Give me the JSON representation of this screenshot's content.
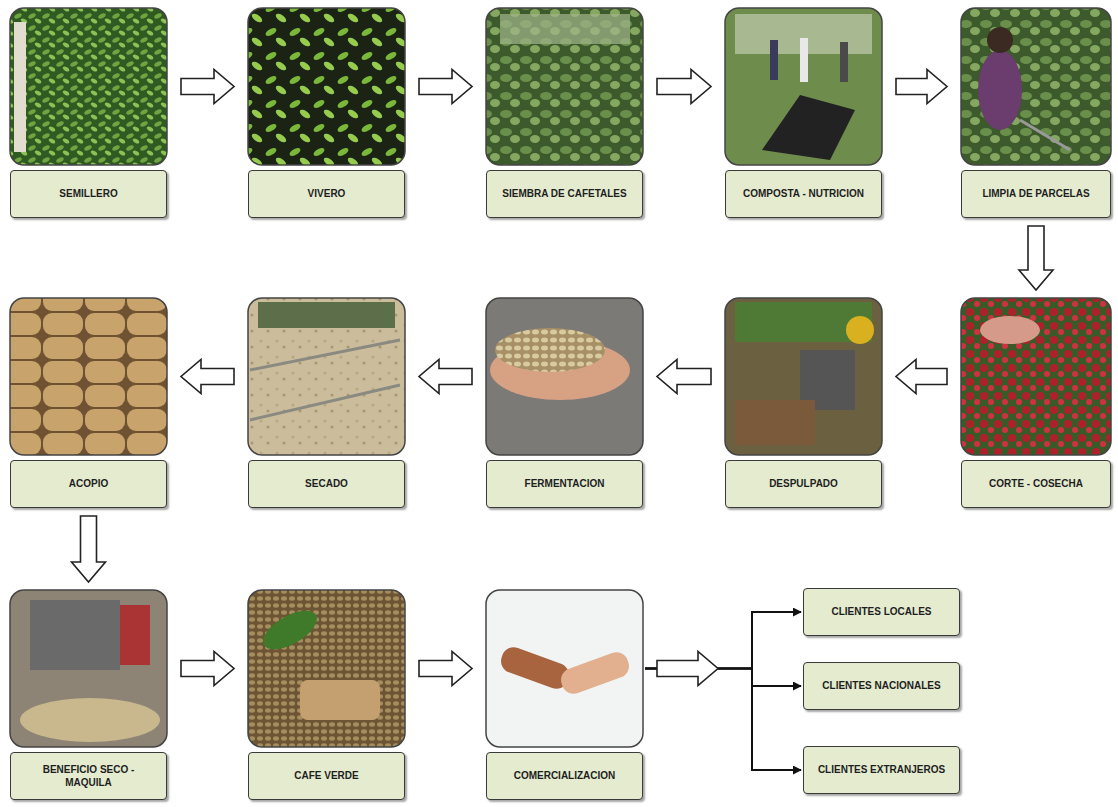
{
  "diagram": {
    "nodes": [
      {
        "text": [
          "SEMILLERO"
        ]
      },
      {
        "text": [
          "VIVERO"
        ]
      },
      {
        "text": [
          "SIEMBRA DE CAFETALES"
        ]
      },
      {
        "text": [
          "COMPOSTA - NUTRICION"
        ]
      },
      {
        "text": [
          "LIMPIA DE PARCELAS"
        ]
      },
      {
        "text": [
          "CORTE - COSECHA"
        ]
      },
      {
        "text": [
          "DESPULPADO"
        ]
      },
      {
        "text": [
          "FERMENTACION"
        ]
      },
      {
        "text": [
          "SECADO"
        ]
      },
      {
        "text": [
          "ACOPIO"
        ]
      },
      {
        "text": [
          "BENEFICIO SECO - MAQUILA"
        ]
      },
      {
        "text": [
          "CAFE VERDE"
        ]
      },
      {
        "text": [
          "COMERCIALIZACION"
        ]
      },
      {
        "text": [
          "CLIENTES LOCALES"
        ]
      },
      {
        "text": [
          "CLIENTES NACIONALES"
        ]
      },
      {
        "text": [
          "CLIENTES EXTRANJEROS"
        ]
      }
    ],
    "edges": [
      {
        "from": 0,
        "to": 1,
        "arrow": "to"
      },
      {
        "from": 1,
        "to": 2,
        "arrow": "to"
      },
      {
        "from": 2,
        "to": 3,
        "arrow": "to"
      },
      {
        "from": 3,
        "to": 4,
        "arrow": "to"
      },
      {
        "from": 4,
        "to": 5,
        "arrow": "to"
      },
      {
        "from": 5,
        "to": 6,
        "arrow": "to"
      },
      {
        "from": 6,
        "to": 7,
        "arrow": "to"
      },
      {
        "from": 7,
        "to": 8,
        "arrow": "to"
      },
      {
        "from": 8,
        "to": 9,
        "arrow": "to"
      },
      {
        "from": 9,
        "to": 10,
        "arrow": "to"
      },
      {
        "from": 10,
        "to": 11,
        "arrow": "to"
      },
      {
        "from": 11,
        "to": 12,
        "arrow": "to"
      },
      {
        "from": 12,
        "to": 13,
        "arrow": "to"
      },
      {
        "from": 12,
        "to": 14,
        "arrow": "to"
      },
      {
        "from": 12,
        "to": 15,
        "arrow": "to"
      }
    ]
  }
}
